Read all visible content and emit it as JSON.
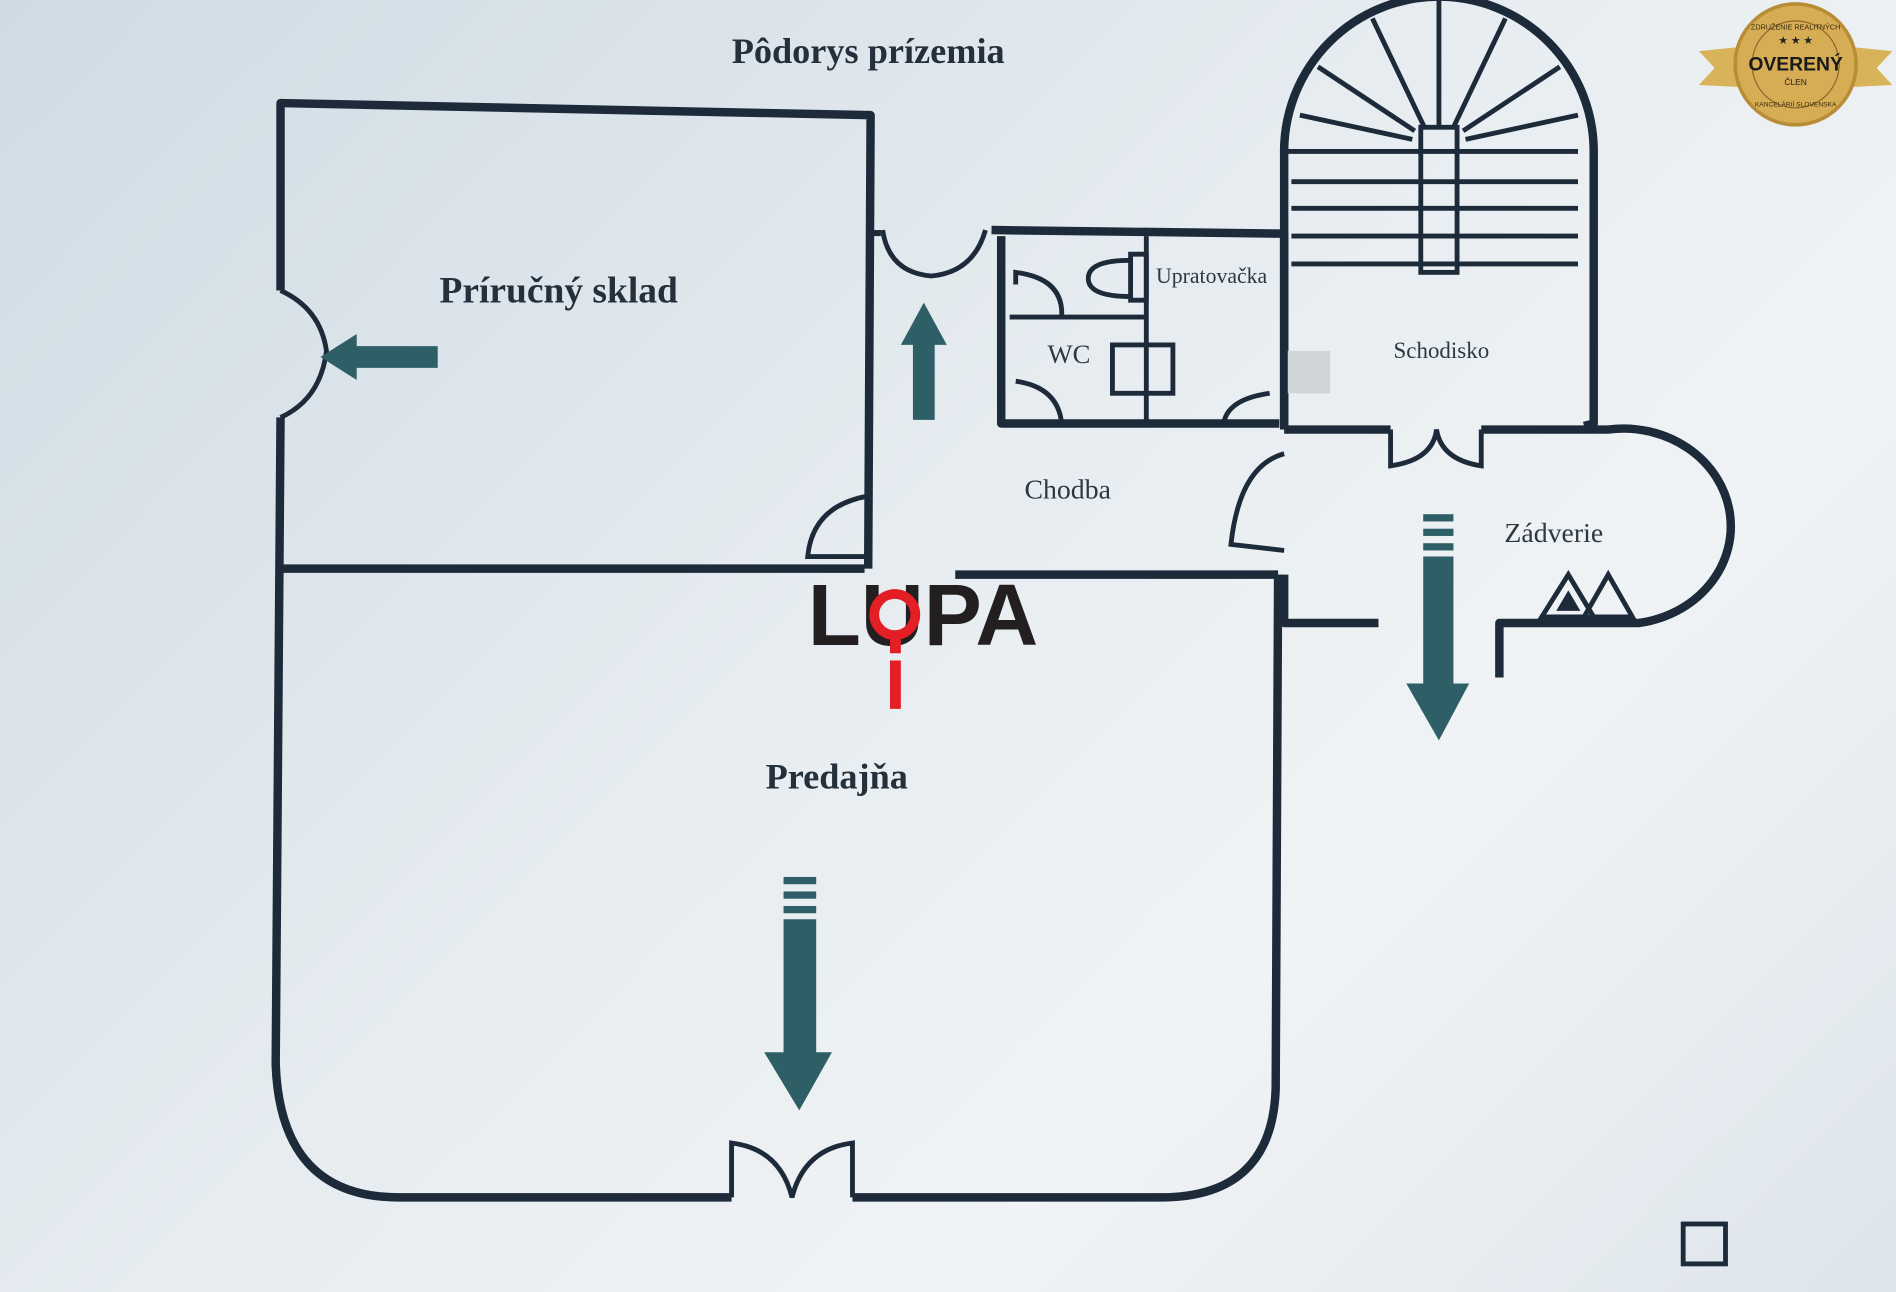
{
  "title": "Pôdorys prízemia",
  "rooms": {
    "sklad": "Príručný sklad",
    "wc": "WC",
    "upratovacka": "Upratovačka",
    "schodisko": "Schodisko",
    "chodba": "Chodba",
    "zadverie": "Zádverie",
    "predajna": "Predajňa"
  },
  "watermark": {
    "text": "LUPA",
    "color": "#e31e24",
    "dark": "#231f20"
  },
  "badge": {
    "top": "ZDRUŽENIE REALITNÝCH",
    "main": "OVERENÝ",
    "sub": "ČLEN",
    "bottom": "KANCELÁRIÍ SLOVENSKA",
    "color": "#d9b35a"
  }
}
